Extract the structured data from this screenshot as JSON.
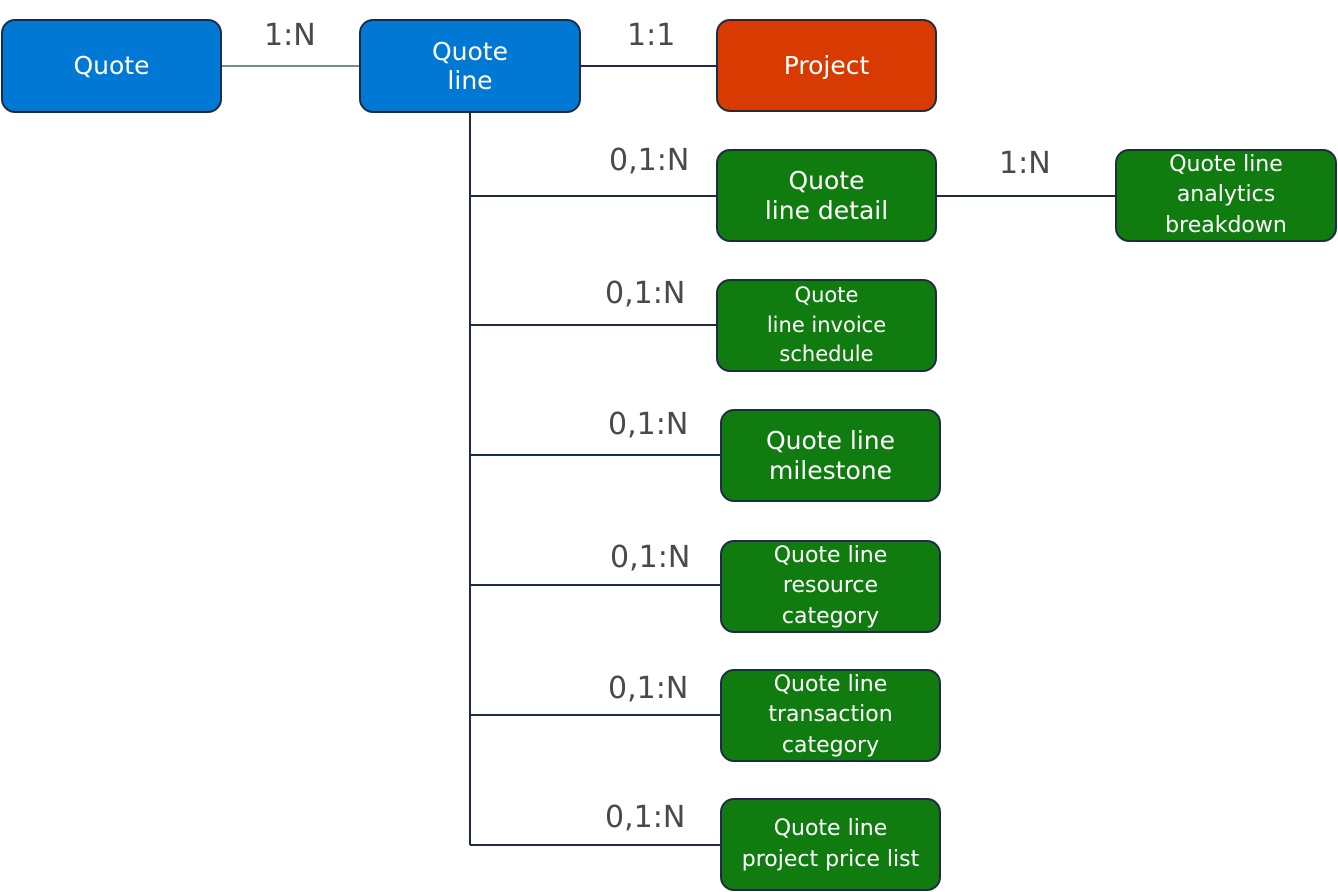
{
  "colors": {
    "blue": "#0078d4",
    "orange": "#d83b01",
    "green": "#107c10",
    "line": "#1f2a44",
    "line_soft": "#7a8a99",
    "label": "#4a4a4a"
  },
  "entities": {
    "quote": "Quote",
    "quote_line": "Quote\nline",
    "project": "Project",
    "detail": "Quote\nline detail",
    "analytics": "Quote line\nanalytics\nbreakdown",
    "invoice": "Quote\nline invoice\nschedule",
    "milestone": "Quote line\nmilestone",
    "resource": "Quote line\nresource\ncategory",
    "transaction": "Quote line\ntransaction\ncategory",
    "pricelist": "Quote line\nproject price list"
  },
  "relations": {
    "quote_to_line": "1:N",
    "line_to_project": "1:1",
    "detail": "0,1:N",
    "detail_to_analytics": "1:N",
    "invoice": "0,1:N",
    "milestone": "0,1:N",
    "resource": "0,1:N",
    "transaction": "0,1:N",
    "pricelist": "0,1:N"
  }
}
